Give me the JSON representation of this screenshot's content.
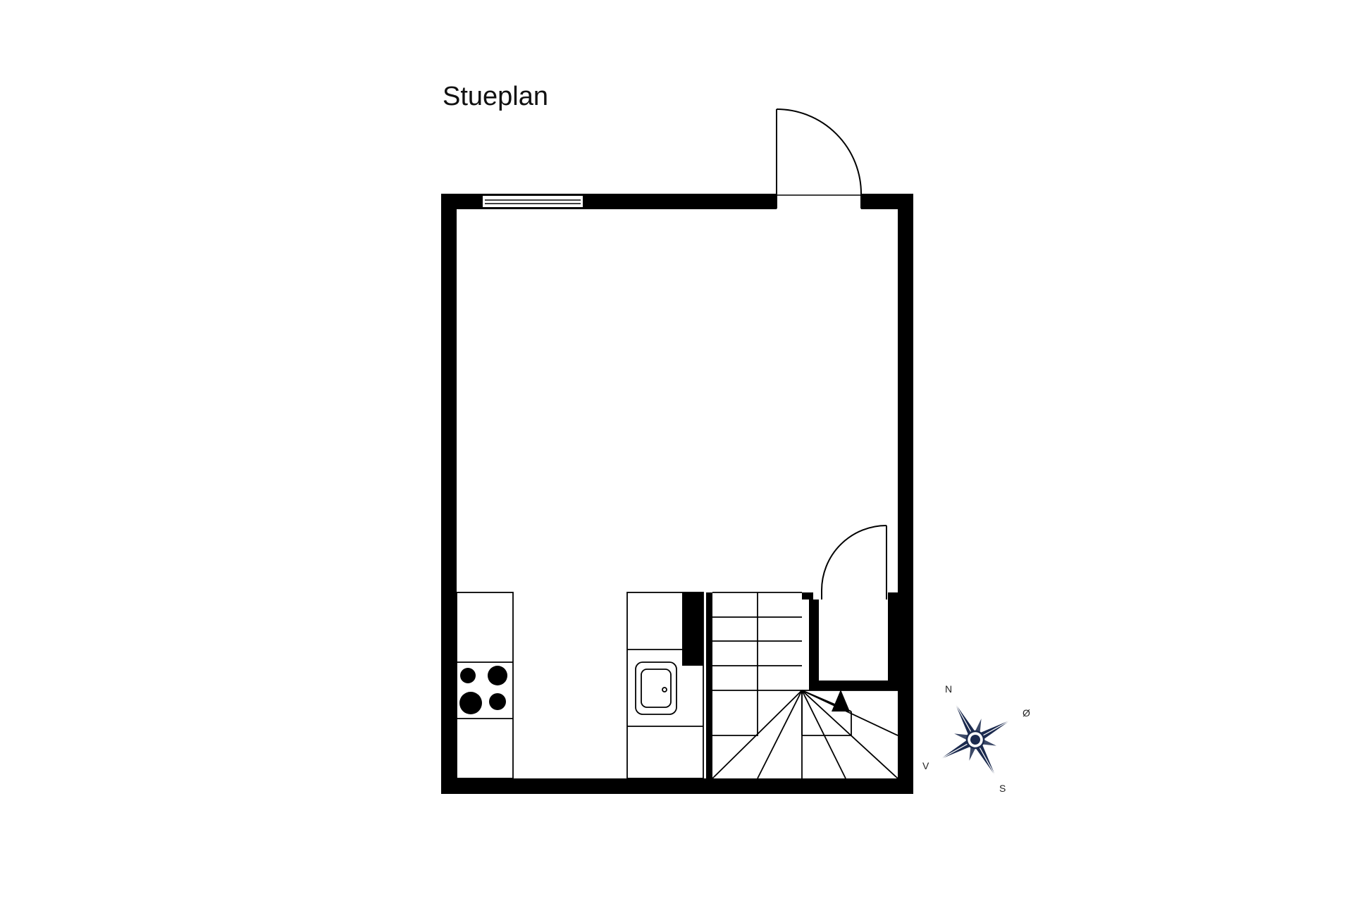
{
  "plan": {
    "title": "Stueplan"
  },
  "compass": {
    "north": "N",
    "east": "Ø",
    "south": "S",
    "west": "V",
    "color": "#1b2a4e"
  },
  "colors": {
    "wall": "#000000",
    "line": "#000000",
    "background": "#ffffff"
  }
}
